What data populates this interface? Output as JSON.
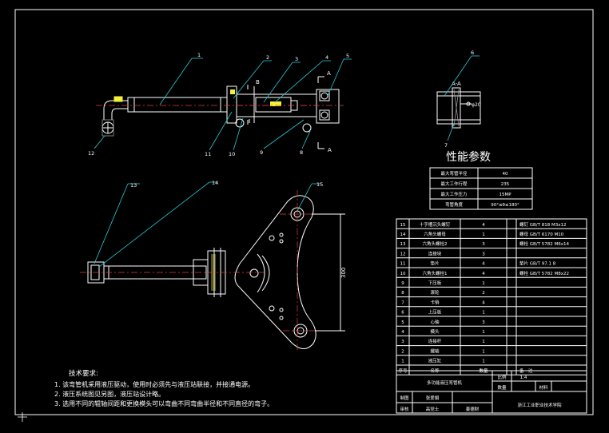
{
  "drawing": {
    "balloons": {
      "top_view": [
        "1",
        "2",
        "3",
        "4",
        "5",
        "12",
        "11",
        "10",
        "9",
        "8"
      ],
      "section": [
        "6",
        "7"
      ],
      "bottom_view": [
        "13",
        "14",
        "15"
      ]
    },
    "section_labels": {
      "b": "B",
      "a_top": "A",
      "a_bottom": "A",
      "aa": "A-A",
      "phi": "φ20"
    },
    "dimension_300": "300"
  },
  "performance": {
    "title": "性能参数",
    "rows": [
      {
        "name": "最大弯管半径",
        "value": "40"
      },
      {
        "name": "最大工作行程",
        "value": "235"
      },
      {
        "name": "最大工作压力",
        "value": "15MP"
      },
      {
        "name": "弯管角度",
        "value": "90°≤θ≤180°"
      }
    ]
  },
  "bom": {
    "header": {
      "no": "序号",
      "name": "名称",
      "qty": "数量",
      "note": "备　注"
    },
    "rows": [
      {
        "no": "15",
        "name": "十字槽沉头螺钉",
        "qty": "4",
        "note": "螺钉 GB/T 818 M3x12"
      },
      {
        "no": "14",
        "name": "六角头螺母",
        "qty": "1",
        "note": "螺母 GB/T 6170 M10"
      },
      {
        "no": "13",
        "name": "六角头螺栓2",
        "qty": "3",
        "note": "螺栓 GB/T 5782 M6x14"
      },
      {
        "no": "12",
        "name": "连接块",
        "qty": "3",
        "note": ""
      },
      {
        "no": "11",
        "name": "垫片",
        "qty": "4",
        "note": "垫片 GB/T 97.1 8"
      },
      {
        "no": "10",
        "name": "六角头螺栓1",
        "qty": "4",
        "note": "螺栓 GB/T 5782 M8x22"
      },
      {
        "no": "9",
        "name": "下压板",
        "qty": "1",
        "note": ""
      },
      {
        "no": "8",
        "name": "滚轮",
        "qty": "2",
        "note": ""
      },
      {
        "no": "7",
        "name": "卡销",
        "qty": "4",
        "note": ""
      },
      {
        "no": "6",
        "name": "上压板",
        "qty": "1",
        "note": ""
      },
      {
        "no": "5",
        "name": "心轴",
        "qty": "3",
        "note": ""
      },
      {
        "no": "4",
        "name": "模头",
        "qty": "1",
        "note": ""
      },
      {
        "no": "3",
        "name": "连接杆",
        "qty": "1",
        "note": ""
      },
      {
        "no": "2",
        "name": "螺轴",
        "qty": "1",
        "note": ""
      },
      {
        "no": "1",
        "name": "液压缸",
        "qty": "1",
        "note": ""
      }
    ]
  },
  "title_block": {
    "product": "多功能液压弯管机",
    "scale_label": "比例",
    "scale": "1:4",
    "count_label": "数量",
    "material_label": "材料",
    "drawn_label": "制图",
    "drawn_name": "张爱娟",
    "check_label": "审核",
    "check_name": "高党士",
    "checker_name": "姜德财",
    "school": "浙江工业职业技术学院"
  },
  "tech": {
    "title": "技术要求:",
    "items": [
      "1.  该弯管机采用液压驱动，使用时必须先与液压站联接，并接通电源。",
      "2.  液压系统图见另图，液压站设计略。",
      "3.  选用不同的辊轴间距和更换模头可以弯曲不同弯曲半径和不同直径的弯子。"
    ]
  },
  "colors": {
    "frame": "#ffffff",
    "leader": "#26c9d6",
    "centerline": "#e23a3a",
    "part": "#ffffff",
    "accent": "#f2f23a"
  }
}
